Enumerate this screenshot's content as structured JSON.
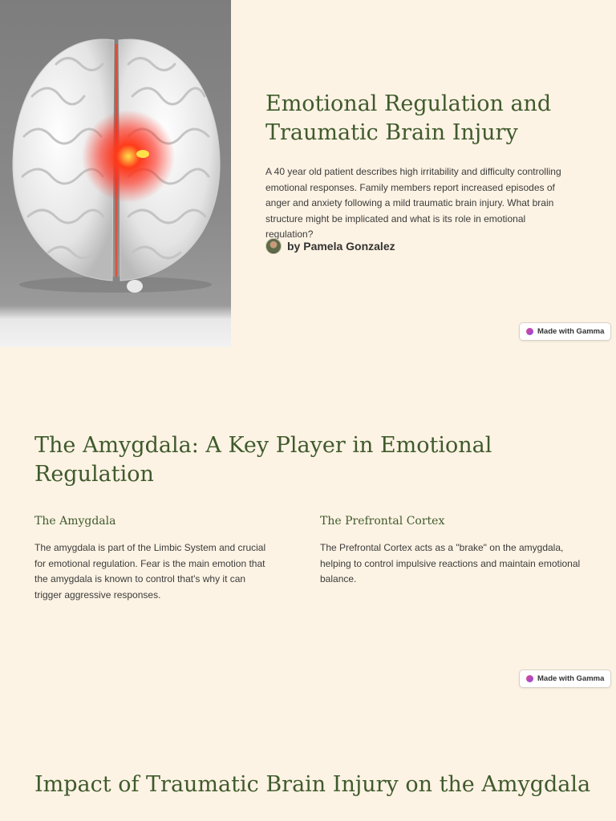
{
  "slide1": {
    "title": "Emotional Regulation and Traumatic Brain Injury",
    "description": "A 40 year old patient describes high irritability and difficulty controlling emotional responses. Family members report increased episodes of anger and anxiety following a mild traumatic brain injury. What brain structure might be implicated and what is its role in emotional regulation?",
    "author": "by Pamela Gonzalez",
    "badge": "Made with Gamma"
  },
  "slide2": {
    "title": "The Amygdala: A Key Player in Emotional Regulation",
    "columns": [
      {
        "heading": "The Amygdala",
        "text": "The amygdala is part of the Limbic System and crucial for emotional regulation. Fear is the main emotion that the amygdala is known to control that's why it can trigger aggressive responses."
      },
      {
        "heading": "The Prefrontal Cortex",
        "text": "The Prefrontal Cortex acts as a \"brake\" on the amygdala, helping to control impulsive reactions and maintain emotional balance."
      }
    ],
    "badge": "Made with Gamma"
  },
  "slide3": {
    "title": "Impact of Traumatic Brain Injury on the Amygdala"
  },
  "colors": {
    "background": "#fdf3e4",
    "heading": "#3f5a2c",
    "highlight": "#ff2a1a"
  }
}
